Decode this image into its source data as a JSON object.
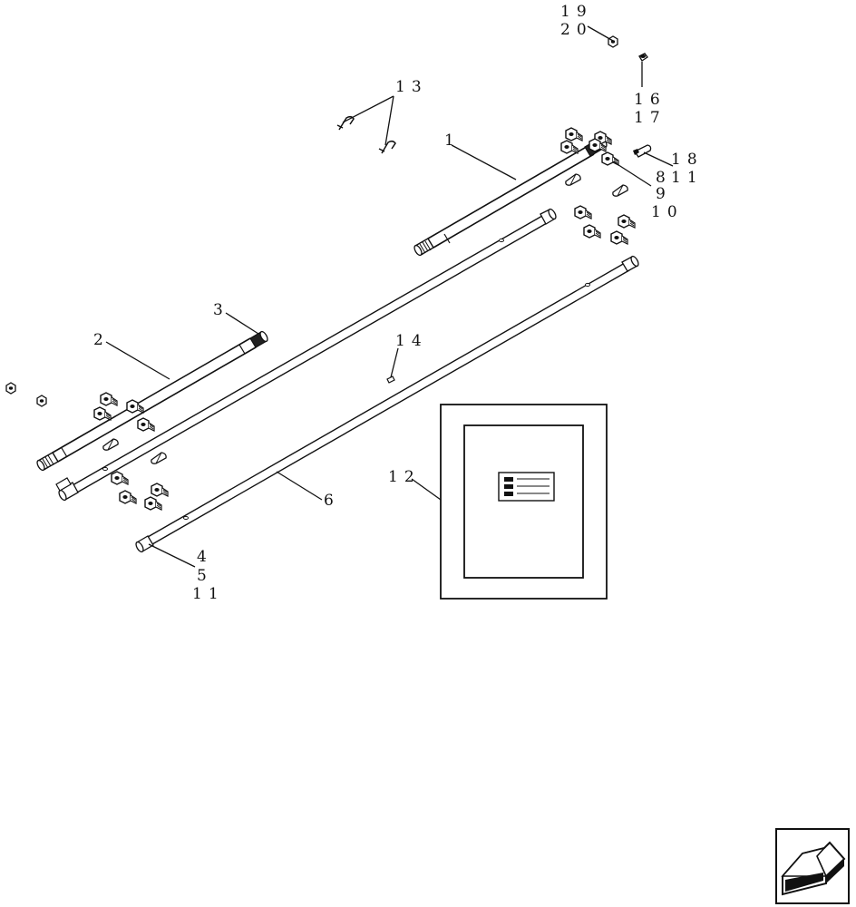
{
  "diagram": {
    "callouts": {
      "c1": "1",
      "c2": "2",
      "c3": "3",
      "c4": "4",
      "c5": "5",
      "c6": "6",
      "c8": "8",
      "c9": "9",
      "c10": "10",
      "c11a": "11",
      "c11b": "11",
      "c12": "12",
      "c13": "13",
      "c14": "14",
      "c16": "16",
      "c17": "17",
      "c18": "18",
      "c19": "19",
      "c20": "20"
    }
  },
  "navigation": {
    "next_icon": "arrow-next-icon"
  }
}
